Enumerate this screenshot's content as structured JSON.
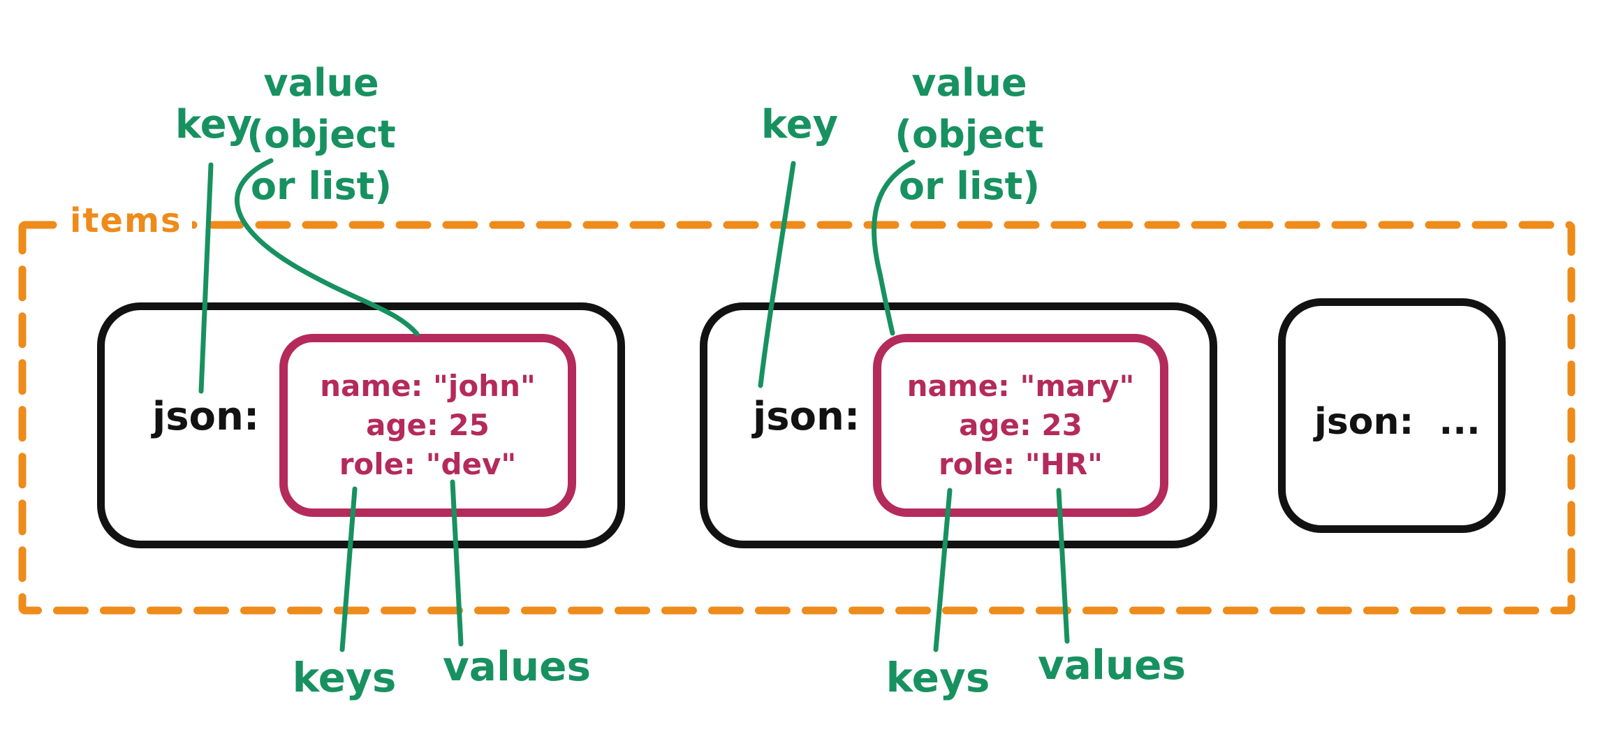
{
  "diagram": {
    "colors": {
      "green": "#179160",
      "orange": "#ee8b1a",
      "crimson": "#b42a5a",
      "ink": "#121212"
    },
    "items_label": "items",
    "left_annotations": {
      "key": "key",
      "value_lines": [
        "value",
        "(object",
        "or list)"
      ],
      "keys": "keys",
      "values": "values"
    },
    "right_annotations": {
      "key": "key",
      "value_lines": [
        "value",
        "(object",
        "or list)"
      ],
      "keys": "keys",
      "values": "values"
    },
    "cards": [
      {
        "key_label": "json:",
        "object_fields": [
          "name: \"john\"",
          "age: 25",
          "role: \"dev\""
        ]
      },
      {
        "key_label": "json:",
        "object_fields": [
          "name: \"mary\"",
          "age: 23",
          "role: \"HR\""
        ]
      },
      {
        "key_label": "json:  ...",
        "object_fields": []
      }
    ]
  }
}
